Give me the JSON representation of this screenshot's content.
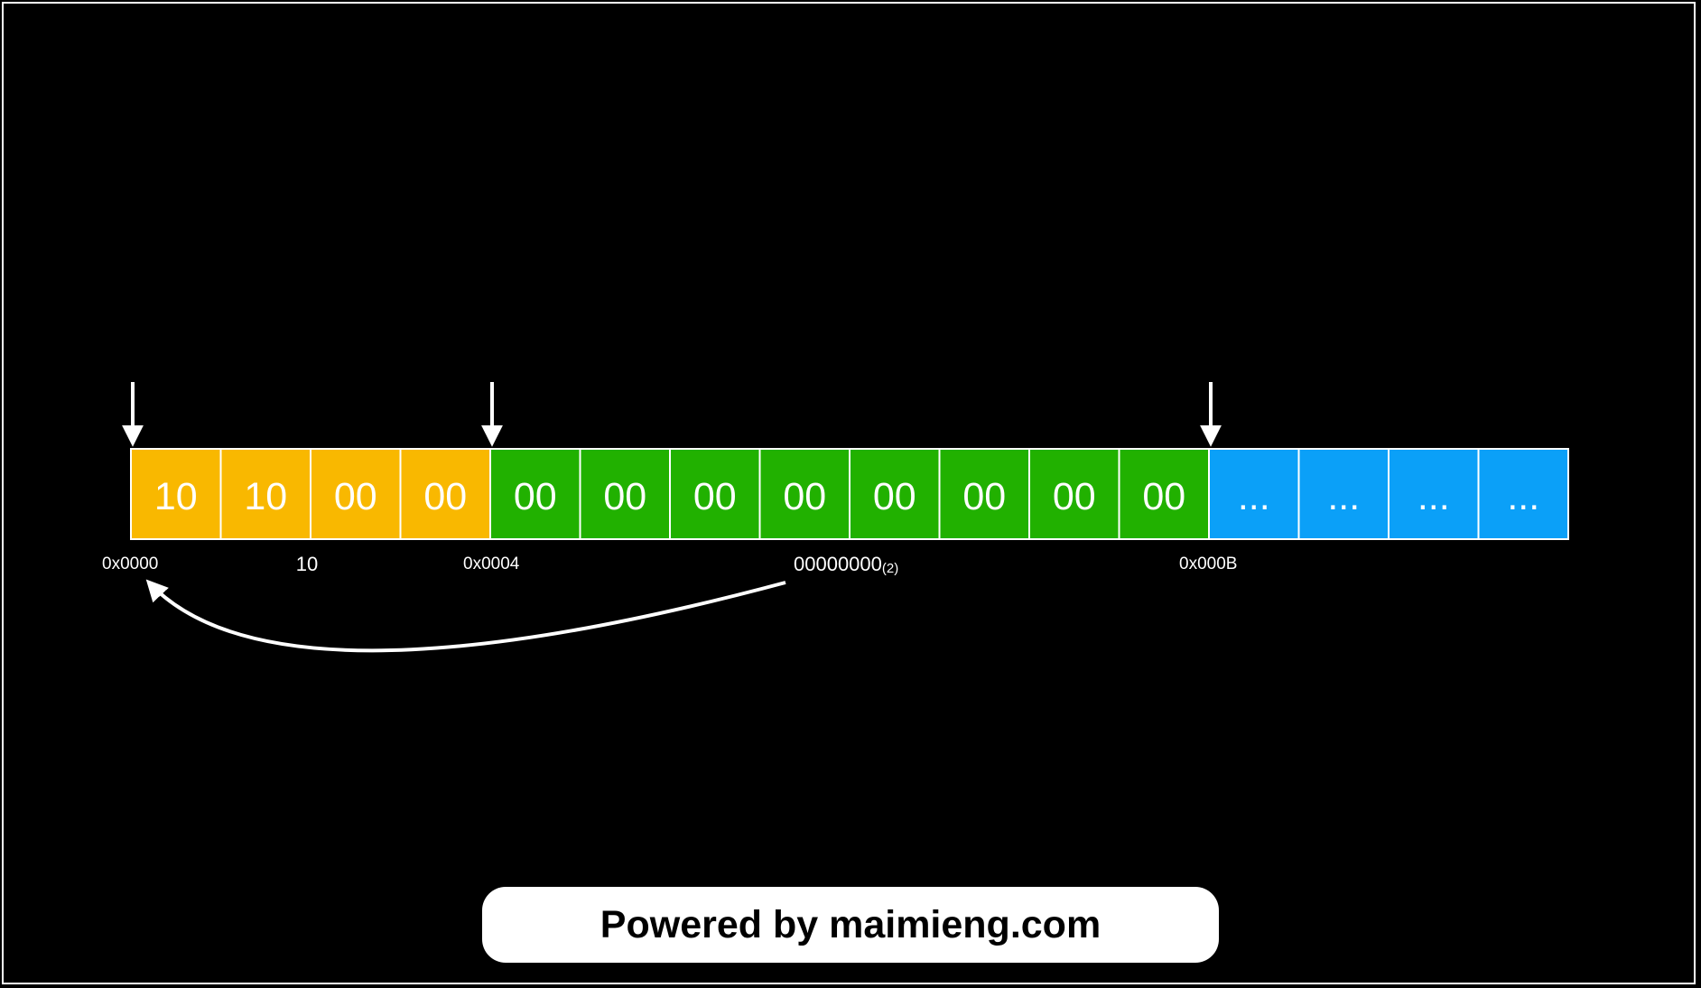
{
  "memory": {
    "cells": [
      {
        "value": "10",
        "group": "header"
      },
      {
        "value": "10",
        "group": "header"
      },
      {
        "value": "00",
        "group": "header"
      },
      {
        "value": "00",
        "group": "header"
      },
      {
        "value": "00",
        "group": "data"
      },
      {
        "value": "00",
        "group": "data"
      },
      {
        "value": "00",
        "group": "data"
      },
      {
        "value": "00",
        "group": "data"
      },
      {
        "value": "00",
        "group": "data"
      },
      {
        "value": "00",
        "group": "data"
      },
      {
        "value": "00",
        "group": "data"
      },
      {
        "value": "00",
        "group": "data"
      },
      {
        "value": "...",
        "group": "rest"
      },
      {
        "value": "...",
        "group": "rest"
      },
      {
        "value": "...",
        "group": "rest"
      },
      {
        "value": "...",
        "group": "rest"
      }
    ],
    "colors": {
      "header": "#F9B800",
      "data": "#21B100",
      "rest": "#0BA0F8",
      "cell_border": "#ffffff",
      "background": "#000000"
    }
  },
  "pointers": [
    {
      "name": "pointer-arrow-0x0000",
      "cell_index": 0
    },
    {
      "name": "pointer-arrow-0x0004",
      "cell_index": 4
    },
    {
      "name": "pointer-arrow-0x000B",
      "cell_index": 12
    }
  ],
  "labels": {
    "addr_start": "0x0000",
    "header_value": "10",
    "addr_data": "0x0004",
    "data_bits": "00000000",
    "data_bits_base": "(2)",
    "addr_end": "0x000B"
  },
  "watermark": {
    "text": "Powered by maimieng.com"
  }
}
